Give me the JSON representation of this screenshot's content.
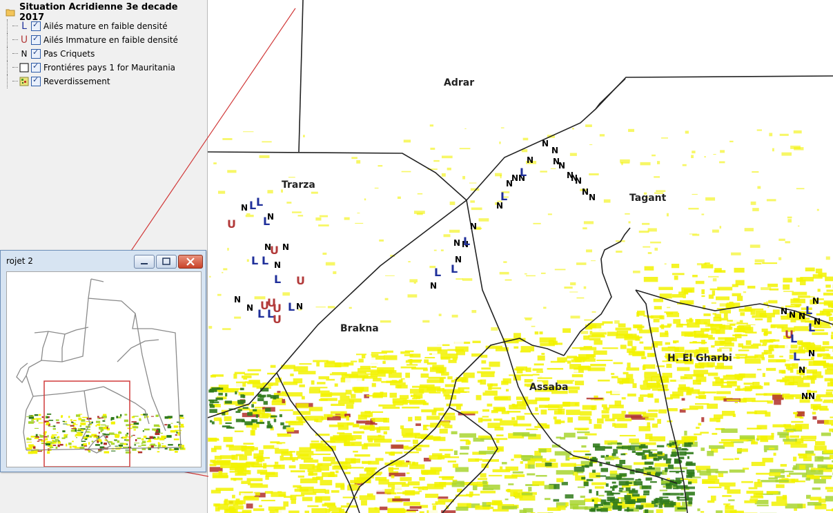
{
  "layer_tree": {
    "group_title": "Situation Acridienne 3e decade 2017",
    "layers": [
      {
        "label": "Ailés mature en faible densité",
        "symbol": "L",
        "symbol_color": "#1f2f9a"
      },
      {
        "label": "Ailés Immature en faible densité",
        "symbol": "U",
        "symbol_color": "#b23a3a"
      },
      {
        "label": "Pas Criquets",
        "symbol": "N",
        "symbol_color": "#000000"
      },
      {
        "label": "Frontiéres pays 1 for Mauritania",
        "symbol": "box",
        "symbol_color": "#000000"
      },
      {
        "label": "Reverdissement",
        "symbol": "raster",
        "symbol_color": "#d8d800"
      }
    ]
  },
  "overview_window": {
    "title": "rojet 2",
    "icons": [
      "minimize-icon",
      "maximize-icon",
      "close-icon"
    ]
  },
  "map": {
    "regions": [
      {
        "name": "Adrar"
      },
      {
        "name": "Trarza"
      },
      {
        "name": "Tagant"
      },
      {
        "name": "Brakna"
      },
      {
        "name": "Assaba"
      },
      {
        "name": "H. El Gharbi"
      }
    ]
  },
  "colors": {
    "mature": "#1f2f9a",
    "immature": "#b23a3a",
    "none": "#000000",
    "veg_yellow": "#f2f200",
    "veg_lightgreen": "#a8d530",
    "veg_darkgreen": "#2f7a1a",
    "veg_red": "#b0302a",
    "border": "#222222",
    "extent_box": "#cc2222"
  }
}
